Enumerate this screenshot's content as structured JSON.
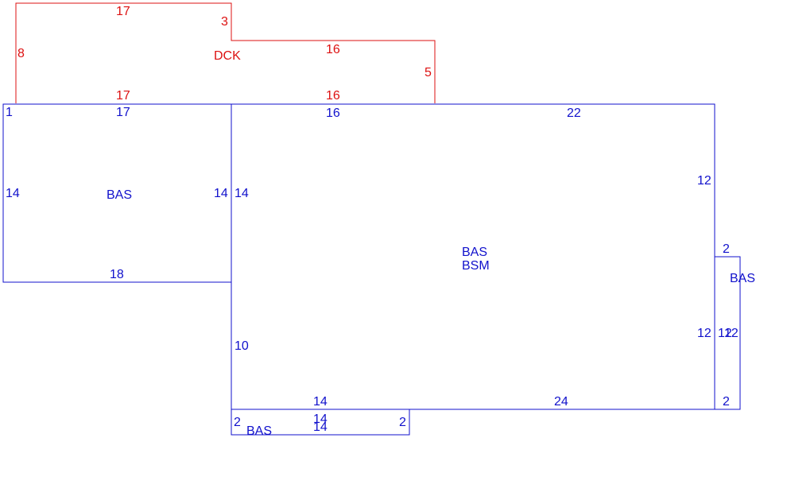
{
  "colors": {
    "deck": "#dd1111",
    "living": "#1111cc",
    "background": "#ffffff"
  },
  "deck": {
    "area_label": "DCK",
    "dims": {
      "top_left": "17",
      "step_down": "3",
      "top_right": "16",
      "right": "5",
      "left": "8",
      "bottom_left": "17",
      "bottom_right": "16"
    }
  },
  "left_wing": {
    "area_label": "BAS",
    "dims": {
      "corner": "1",
      "top": "17",
      "left": "14",
      "right": "14",
      "bottom": "18"
    }
  },
  "main_block": {
    "area_label": "BAS",
    "area_label_2": "BSM",
    "dims": {
      "top_left": "16",
      "top_right": "22",
      "left_upper": "14",
      "left_lower": "10",
      "right_upper": "12",
      "right_lower": "12",
      "bottom_left": "14",
      "bottom_right": "24"
    }
  },
  "right_bump": {
    "area_label": "BAS",
    "dims": {
      "top": "2",
      "left": "12",
      "right": "12",
      "bottom": "2"
    }
  },
  "bottom_bump": {
    "area_label": "BAS",
    "dims": {
      "left": "2",
      "top": "14",
      "bottom": "14",
      "right": "2"
    }
  }
}
